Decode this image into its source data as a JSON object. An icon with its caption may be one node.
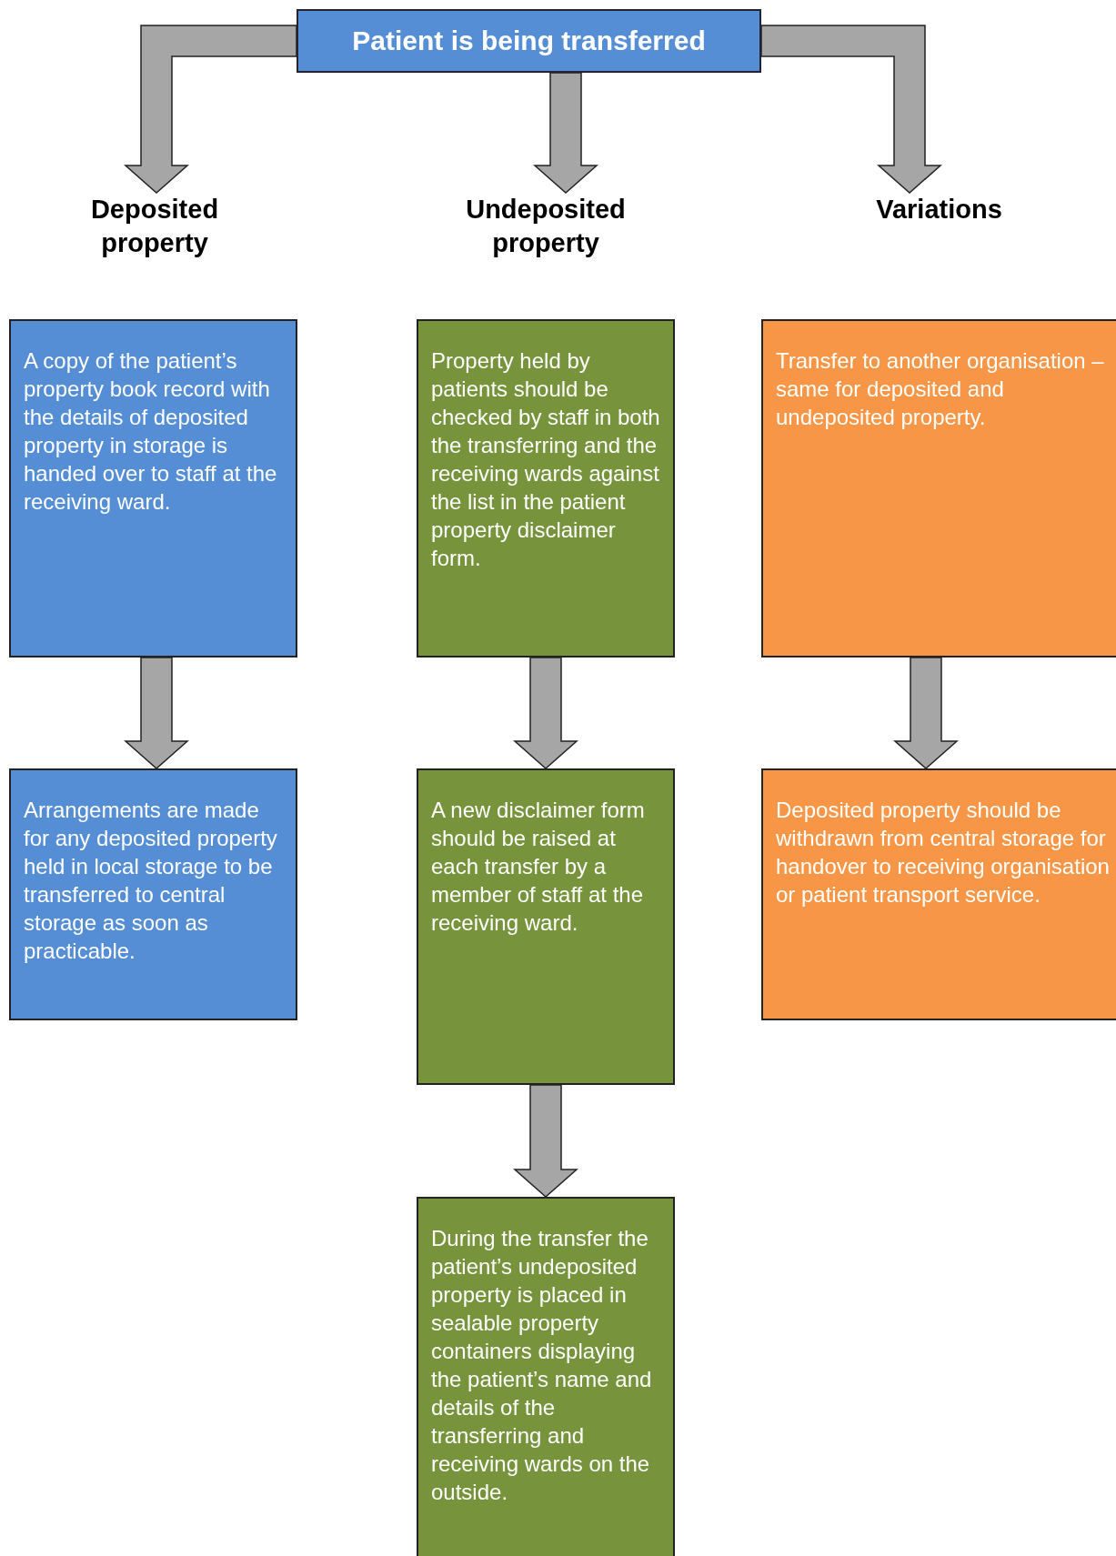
{
  "diagram": {
    "nodes": [
      {
        "text": [
          "Patient is being transferred"
        ]
      },
      {
        "text": [
          "Deposited property"
        ]
      },
      {
        "text": [
          "Undeposited property"
        ]
      },
      {
        "text": [
          "Variations"
        ]
      },
      {
        "text": [
          "A copy of the patient’s property book record with the details of deposited property in storage is handed over to staff at the receiving ward."
        ]
      },
      {
        "text": [
          "Property held by patients should be checked by staff in both the transferring and the receiving wards against the list in the patient property disclaimer form."
        ]
      },
      {
        "text": [
          "Transfer to another organisation – same for deposited and undeposited property."
        ]
      },
      {
        "text": [
          "Arrangements are made for any deposited property held in local storage to be transferred to central storage as soon as practicable."
        ]
      },
      {
        "text": [
          "A new disclaimer form should be raised at each transfer by a member of staff at the receiving ward."
        ]
      },
      {
        "text": [
          "Deposited property should be withdrawn from central storage for handover to receiving organisation or patient transport service."
        ]
      },
      {
        "text": [
          "During the transfer the patient’s undeposited property is placed in sealable property containers displaying the patient’s name and details of the transferring and receiving wards on the outside."
        ]
      }
    ],
    "edges": [
      {
        "from": 0,
        "to": 1,
        "arrow": "to"
      },
      {
        "from": 0,
        "to": 2,
        "arrow": "to"
      },
      {
        "from": 0,
        "to": 3,
        "arrow": "to"
      },
      {
        "from": 4,
        "to": 7,
        "arrow": "to"
      },
      {
        "from": 5,
        "to": 8,
        "arrow": "to"
      },
      {
        "from": 6,
        "to": 9,
        "arrow": "to"
      },
      {
        "from": 8,
        "to": 10,
        "arrow": "to"
      }
    ]
  }
}
